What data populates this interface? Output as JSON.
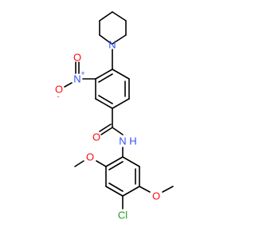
{
  "molecule": {
    "atoms": {
      "nitro_n": {
        "symbol": "N",
        "charge": "+",
        "color": "#3050f8"
      },
      "nitro_o_double": {
        "symbol": "O",
        "color": "#ff0d0d"
      },
      "nitro_o_single": {
        "symbol": "O",
        "charge": "-",
        "color": "#ff0d0d"
      },
      "piperidine_n": {
        "symbol": "N",
        "color": "#3050f8"
      },
      "amide_o": {
        "symbol": "O",
        "color": "#ff0d0d"
      },
      "amide_nh": {
        "symbol": "N",
        "suffix": "H",
        "color": "#3050f8"
      },
      "methoxy_o_upper": {
        "symbol": "O",
        "color": "#ff0d0d"
      },
      "methoxy_o_lower": {
        "symbol": "O",
        "color": "#ff0d0d"
      },
      "chlorine": {
        "symbol": "Cl",
        "color": "#1fa01f"
      }
    }
  }
}
